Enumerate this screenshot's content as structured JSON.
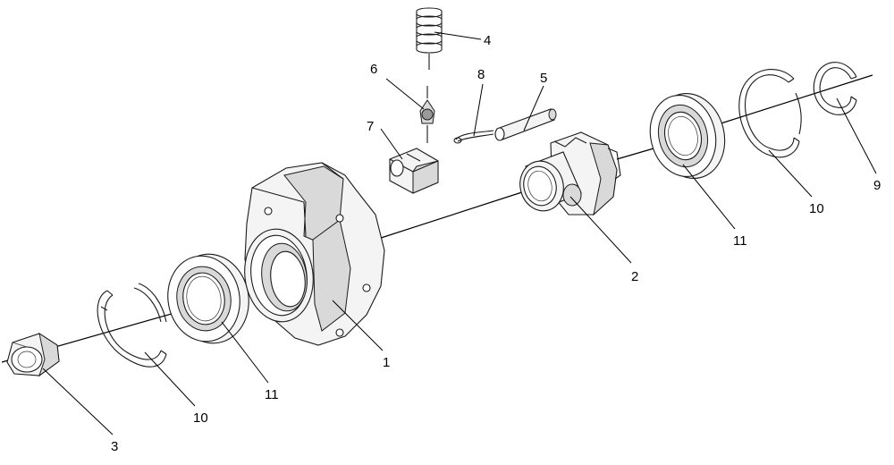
{
  "diagram": {
    "type": "exploded-assembly-view",
    "callouts": [
      {
        "id": "c1",
        "label": "1"
      },
      {
        "id": "c2",
        "label": "2"
      },
      {
        "id": "c3",
        "label": "3"
      },
      {
        "id": "c4",
        "label": "4"
      },
      {
        "id": "c5",
        "label": "5"
      },
      {
        "id": "c6",
        "label": "6"
      },
      {
        "id": "c7",
        "label": "7"
      },
      {
        "id": "c8",
        "label": "8"
      },
      {
        "id": "c9",
        "label": "9"
      },
      {
        "id": "c10a",
        "label": "10"
      },
      {
        "id": "c10b",
        "label": "10"
      },
      {
        "id": "c11a",
        "label": "11"
      },
      {
        "id": "c11b",
        "label": "11"
      }
    ]
  }
}
